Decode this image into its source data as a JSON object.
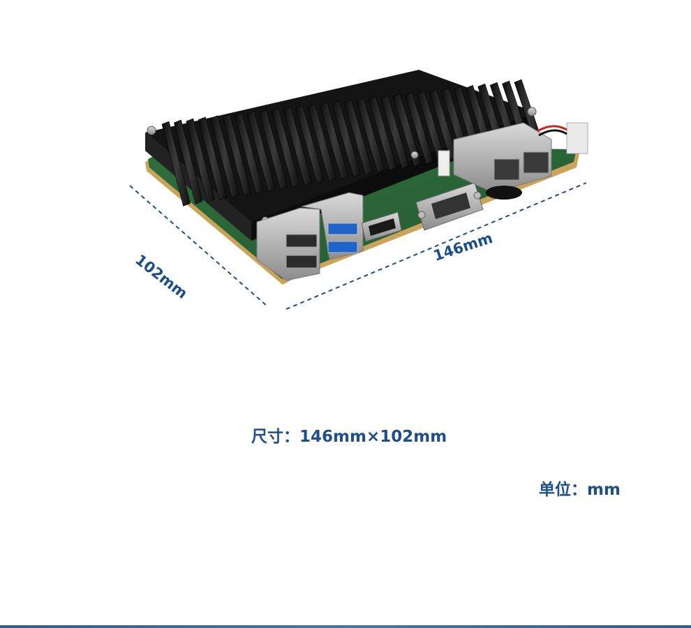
{
  "dimensions": {
    "width_label": "146mm",
    "depth_label": "102mm"
  },
  "spec": {
    "size_text": "尺寸：146mm×102mm",
    "unit_text": "单位：mm"
  },
  "colors": {
    "accent": "#1f4f8a",
    "dashed_line": "#1a4d8c",
    "heatsink": "#1b1b1b",
    "pcb": "#2e6b3a"
  }
}
